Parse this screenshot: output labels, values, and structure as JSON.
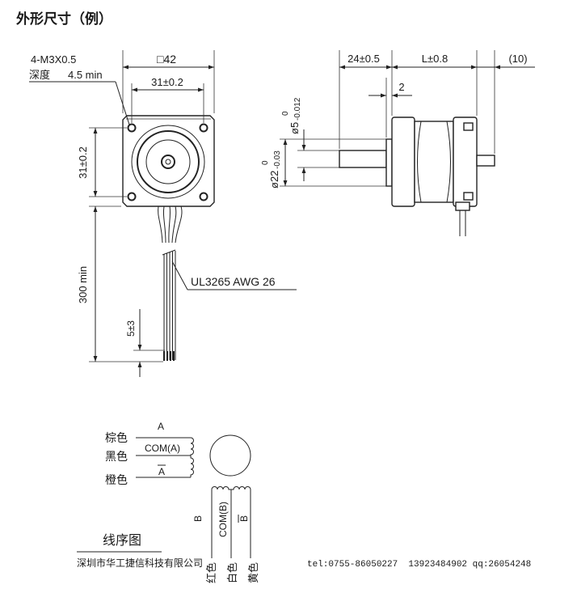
{
  "title": "外形尺寸（例）",
  "front_view": {
    "thread_spec": "4-M3X0.5",
    "depth_label": "深度",
    "depth_value": "4.5 min",
    "flange_size": "□42",
    "hole_pitch_horizontal": "31±0.2",
    "hole_pitch_vertical": "31±0.2",
    "lead_length": "300 min",
    "strip_length": "5±3",
    "cable_spec": "UL3265 AWG 26"
  },
  "side_view": {
    "shaft_length": "24±0.5",
    "body_length": "L±0.8",
    "rear_shaft_length": "(10)",
    "boss_height": "2",
    "shaft_diameter": {
      "nominal": "ø5",
      "upper_tol": "0",
      "lower_tol": "-0.012"
    },
    "boss_diameter": {
      "nominal": "ø22",
      "upper_tol": "0",
      "lower_tol": "-0.03"
    }
  },
  "wiring": {
    "title": "线序图",
    "phase_a": [
      {
        "color": "棕色",
        "signal": "A"
      },
      {
        "color": "黑色",
        "signal": "COM(A)"
      },
      {
        "color": "橙色",
        "signal": "A",
        "overline": true
      }
    ],
    "phase_b": [
      {
        "color": "红色",
        "signal": "B"
      },
      {
        "color": "白色",
        "signal": "COM(B)"
      },
      {
        "color": "黄色",
        "signal": "B",
        "overline": true
      }
    ]
  },
  "footer": {
    "company": "深圳市华工捷信科技有限公司",
    "contact": "tel:0755-86050227  13923484902 qq:26054248"
  }
}
